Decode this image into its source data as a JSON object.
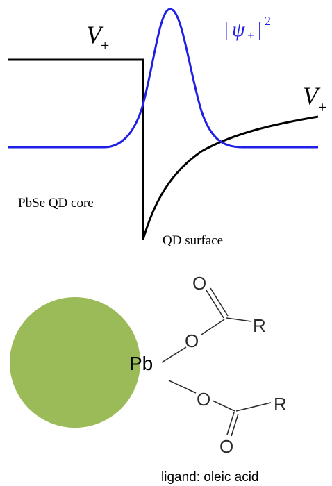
{
  "top_panel": {
    "potential_left": {
      "symbol": "V",
      "subscript": "+"
    },
    "potential_right": {
      "symbol": "V",
      "subscript": "+"
    },
    "wavefunction": {
      "psi": "ψ",
      "subscript": "+",
      "power": "2"
    },
    "core_label": "PbSe QD core",
    "surface_label": "QD surface",
    "colors": {
      "potential": "#000000",
      "wavefunction": "#1f1fe6"
    }
  },
  "bottom_panel": {
    "metal_label": "Pb",
    "oxygen_symbol": "O",
    "r_group_symbol": "R",
    "ligand_label": "ligand: oleic acid",
    "colors": {
      "quantum_dot": "#9bbb59",
      "bonds": "#2b2b2b"
    }
  }
}
